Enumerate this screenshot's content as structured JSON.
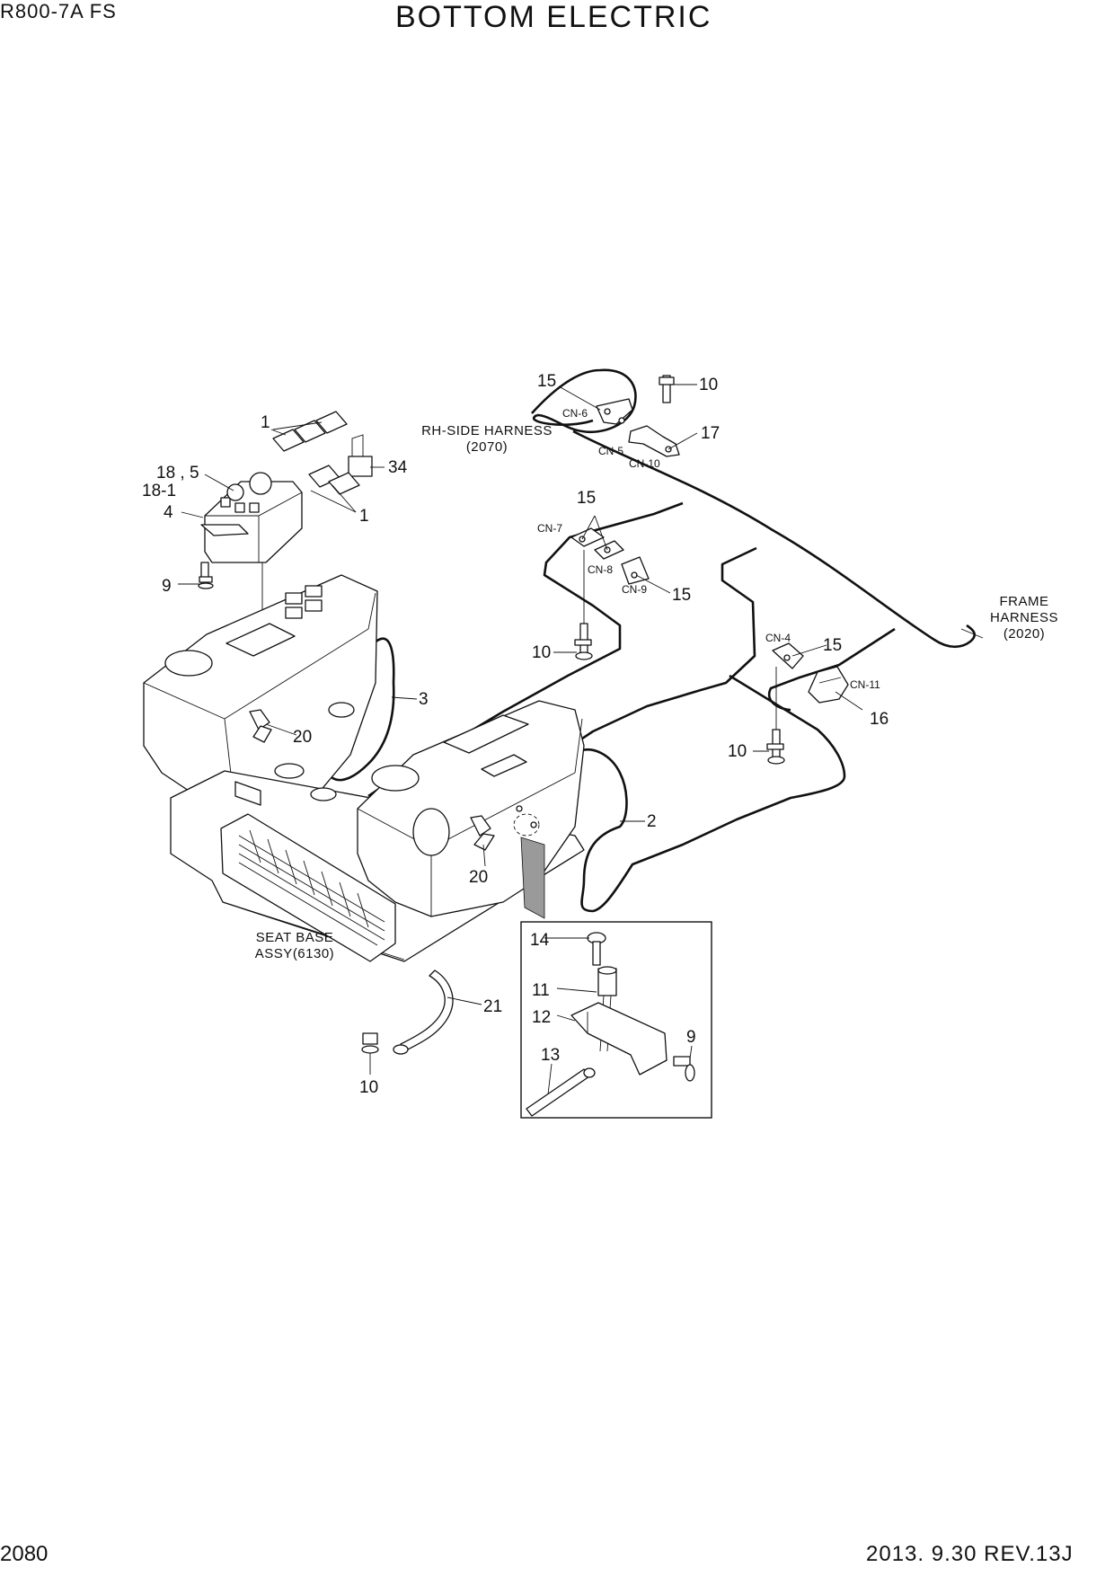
{
  "header": {
    "model": "R800-7A  FS",
    "title": "BOTTOM ELECTRIC"
  },
  "footer": {
    "page": "2080",
    "revision": "2013. 9.30  REV.13J"
  },
  "notes": {
    "rh_side_harness": [
      "RH-SIDE HARNESS",
      "(2070)"
    ],
    "frame_harness": [
      "FRAME",
      "HARNESS",
      "(2020)"
    ],
    "seat_base": [
      "SEAT BASE",
      "ASSY(6130)"
    ]
  },
  "connectors": [
    "CN-4",
    "CN-5",
    "CN-6",
    "CN-7",
    "CN-8",
    "CN-9",
    "CN-10",
    "CN-11"
  ],
  "callouts": [
    "1",
    "1",
    "18 , 5",
    "18-1",
    "4",
    "9",
    "34",
    "15",
    "10",
    "17",
    "15",
    "15",
    "10",
    "15",
    "16",
    "10",
    "3",
    "20",
    "2",
    "20",
    "21",
    "10",
    "14",
    "11",
    "12",
    "13",
    "9"
  ],
  "colors": {
    "ink": "#111111",
    "paper": "#ffffff",
    "shade": "#9a9a9a"
  }
}
